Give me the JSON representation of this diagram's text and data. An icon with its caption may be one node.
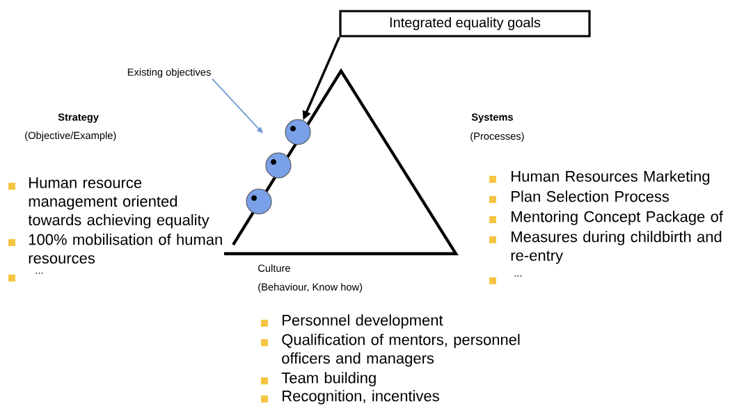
{
  "diagram": {
    "nodes": [
      {
        "text": [
          "Integrated equality goals"
        ]
      },
      {
        "text": [
          "Existing objectives"
        ]
      },
      {
        "text": [],
        "shape": "circle"
      },
      {
        "text": [],
        "shape": "circle"
      },
      {
        "text": [],
        "shape": "circle"
      }
    ],
    "edges": [
      {
        "from": 0,
        "to": 2,
        "arrow": "to"
      },
      {
        "from": 1,
        "to": null,
        "arrow": "to",
        "color": "#6f9bd6"
      }
    ],
    "labels": [
      "Strategy",
      "(Objective/Example)",
      "Systems",
      "(Processes)",
      "Human resource management oriented towards achieving equality",
      "100% mobilisation of human resources",
      "...",
      "Human Resources Marketing",
      "Plan Selection Process",
      "Mentoring Concept Package of",
      "Measures during childbirth and re-entry",
      "...",
      "Culture",
      "(Behaviour, Know how)",
      "Personnel development",
      "Qualification of mentors, personnel officers and managers",
      "Team building",
      "Recognition, incentives"
    ]
  }
}
